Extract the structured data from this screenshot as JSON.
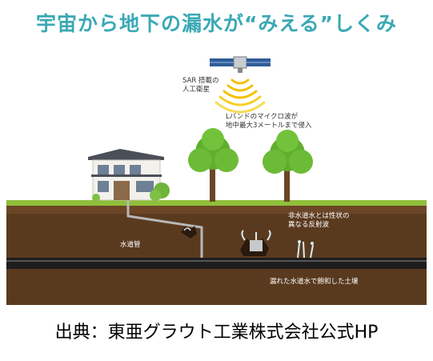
{
  "title": "宇宙から地下の漏水が“みえる”しくみ",
  "labels": {
    "satellite_line1": "SAR 搭載の",
    "satellite_line2": "人工衛星",
    "microwave_line1": "Lバンドのマイクロ波が",
    "microwave_line2": "地中最大3メートルまで侵入",
    "water_pipe": "水道管",
    "reflection_line1": "非水道水とは性状の",
    "reflection_line2": "異なる反射波",
    "saturated_soil": "漏れた水道水で飽和した土壌"
  },
  "source": "出典：東亜グラウト工業株式会社公式HP",
  "colors": {
    "title": "#3aa9b5",
    "soil": "#5a3a1f",
    "grass": "#8fbf3a",
    "pipe": "#1e1e1e",
    "wave": "#f2c200",
    "tree": "#5fae2e"
  }
}
